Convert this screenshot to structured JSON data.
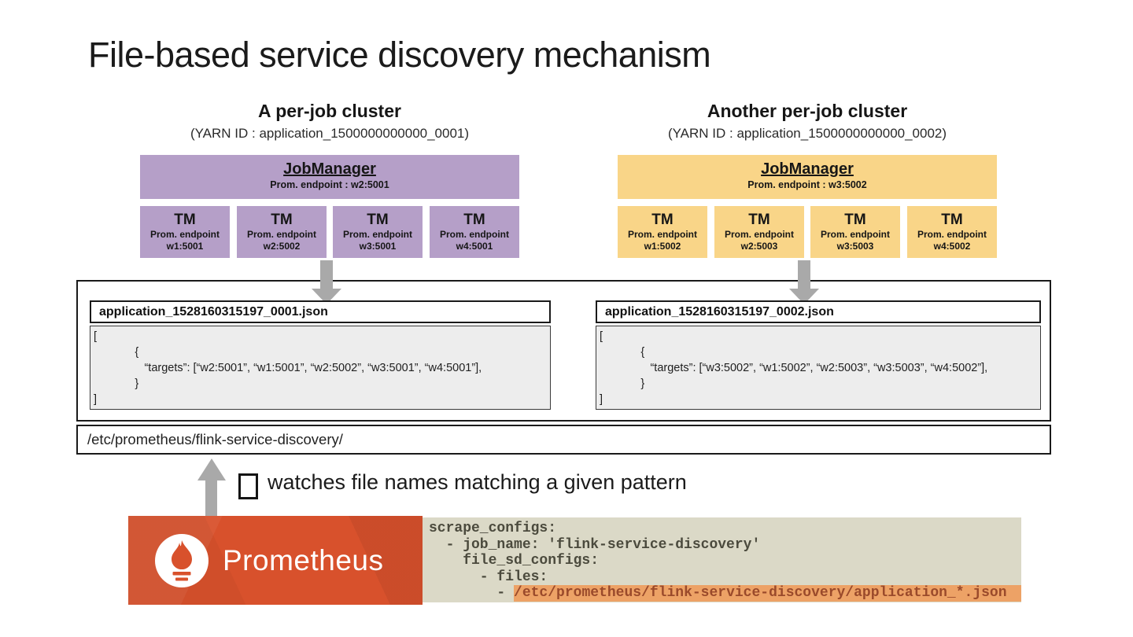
{
  "slide": {
    "title": "File-based service discovery mechanism"
  },
  "clusters": [
    {
      "name": "A per-job cluster",
      "yarn_id": "(YARN ID : application_1500000000000_0001)",
      "accent_color": "#b59fc8",
      "jobmanager": {
        "title": "JobManager",
        "endpoint": "Prom. endpoint : w2:5001"
      },
      "taskmanagers": [
        {
          "title": "TM",
          "line1": "Prom. endpoint",
          "line2": "w1:5001"
        },
        {
          "title": "TM",
          "line1": "Prom. endpoint",
          "line2": "w2:5002"
        },
        {
          "title": "TM",
          "line1": "Prom. endpoint",
          "line2": "w3:5001"
        },
        {
          "title": "TM",
          "line1": "Prom. endpoint",
          "line2": "w4:5001"
        }
      ]
    },
    {
      "name": "Another per-job cluster",
      "yarn_id": "(YARN ID : application_1500000000000_0002)",
      "accent_color": "#f9d588",
      "jobmanager": {
        "title": "JobManager",
        "endpoint": "Prom. endpoint : w3:5002"
      },
      "taskmanagers": [
        {
          "title": "TM",
          "line1": "Prom. endpoint",
          "line2": "w1:5002"
        },
        {
          "title": "TM",
          "line1": "Prom. endpoint",
          "line2": "w2:5003"
        },
        {
          "title": "TM",
          "line1": "Prom. endpoint",
          "line2": "w3:5003"
        },
        {
          "title": "TM",
          "line1": "Prom. endpoint",
          "line2": "w4:5002"
        }
      ]
    }
  ],
  "sd_directory": {
    "files": [
      {
        "filename": "application_1528160315197_0001.json",
        "lines": [
          "[",
          "             {",
          "                “targets”: [“w2:5001”, “w1:5001”, “w2:5002”, “w3:5001”, “w4:5001”],",
          "             }",
          "]"
        ]
      },
      {
        "filename": "application_1528160315197_0002.json",
        "lines": [
          "[",
          "             {",
          "                “targets”: [“w3:5002”, “w1:5002”, “w2:5003”, “w3:5003”, “w4:5002”],",
          "             }",
          "]"
        ]
      }
    ],
    "path": "/etc/prometheus/flink-service-discovery/"
  },
  "watch_note": {
    "text": "watches file names matching a given pattern"
  },
  "prometheus": {
    "brand": "Prometheus",
    "brand_color": "#d8512c"
  },
  "prometheus_config": {
    "lines": [
      "scrape_configs:",
      "  - job_name: 'flink-service-discovery'",
      "    file_sd_configs:",
      "      - files:"
    ],
    "files_line_prefix": "        - ",
    "files_line_highlight": "/etc/prometheus/flink-service-discovery/application_*.json",
    "highlight_color": "#eda266"
  }
}
